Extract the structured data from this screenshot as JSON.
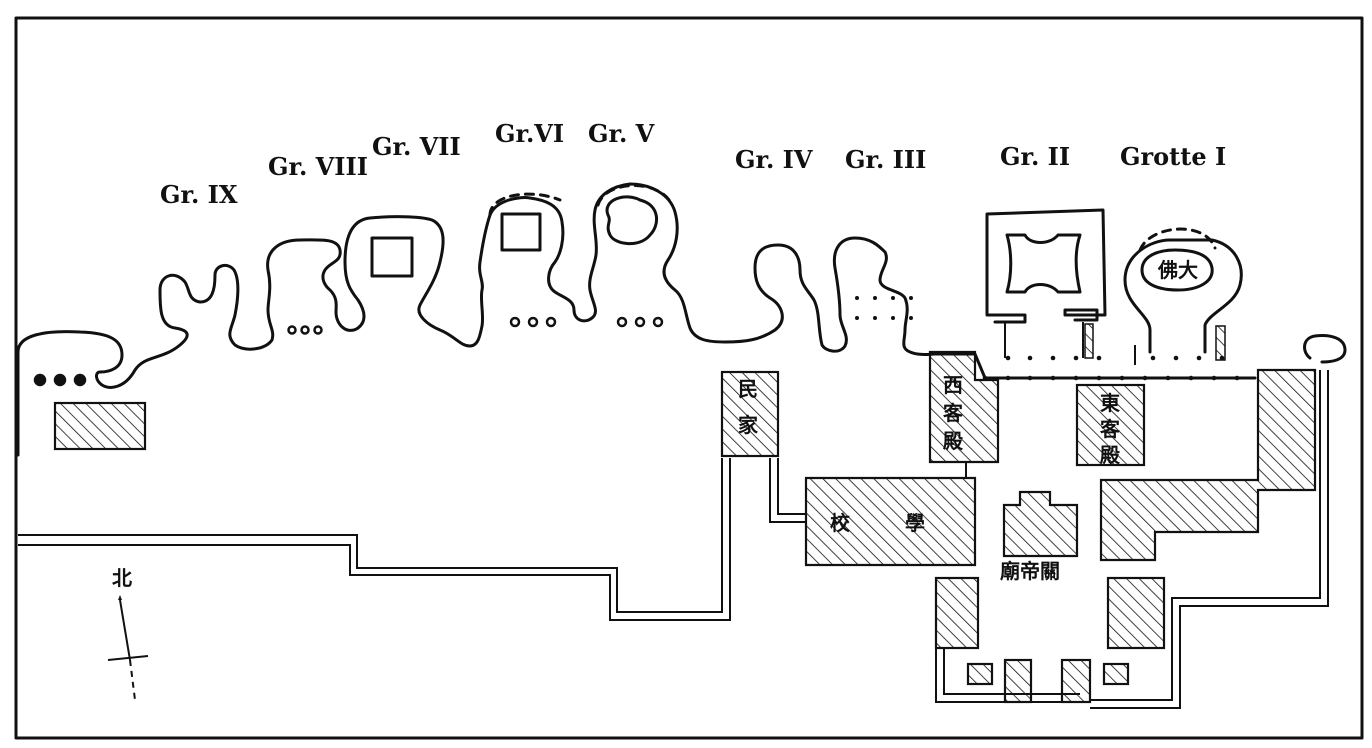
{
  "grottoes": {
    "g9": "Gr. IX",
    "g8": "Gr. VIII",
    "g7": "Gr. VII",
    "g6": "Gr.VI",
    "g5": "Gr. V",
    "g4": "Gr. IV",
    "g3": "Gr. III",
    "g2": "Gr. II",
    "g1": "Grotte I"
  },
  "buildings": {
    "minjia_1": "民",
    "minjia_2": "家",
    "xikedian_1": "西",
    "xikedian_2": "客",
    "xikedian_3": "殿",
    "dongkedian_1": "東",
    "dongkedian_2": "客",
    "dongkedian_3": "殿",
    "school_1": "校",
    "school_2": "學",
    "temple": "廟帝關",
    "big_buddha": "佛大"
  },
  "compass": {
    "north": "北"
  }
}
